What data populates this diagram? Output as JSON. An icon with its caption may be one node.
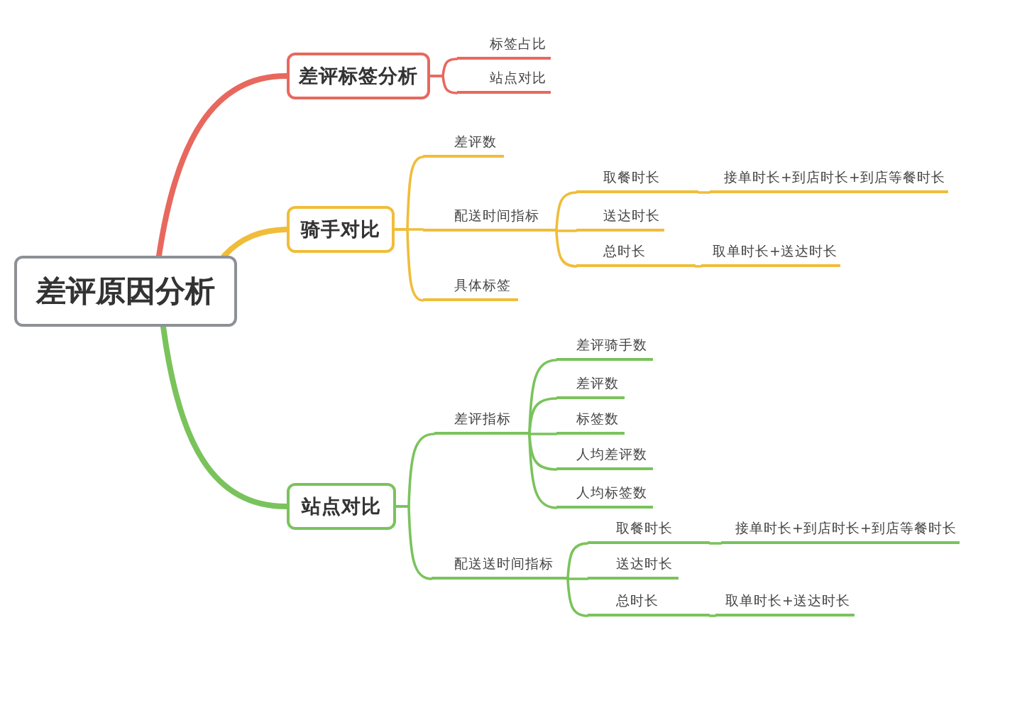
{
  "diagram": {
    "nodes": [
      {
        "text": [
          "差评原因分析"
        ]
      },
      {
        "text": [
          "差评标签分析"
        ]
      },
      {
        "text": [
          "标签占比"
        ]
      },
      {
        "text": [
          "站点对比"
        ]
      },
      {
        "text": [
          "骑手对比"
        ]
      },
      {
        "text": [
          "差评数"
        ]
      },
      {
        "text": [
          "配送时间指标"
        ]
      },
      {
        "text": [
          "取餐时长"
        ]
      },
      {
        "text": [
          "接单时长+到店时长+到店等餐时长"
        ]
      },
      {
        "text": [
          "送达时长"
        ]
      },
      {
        "text": [
          "总时长"
        ]
      },
      {
        "text": [
          "取单时长+送达时长"
        ]
      },
      {
        "text": [
          "具体标签"
        ]
      },
      {
        "text": [
          "站点对比"
        ]
      },
      {
        "text": [
          "差评指标"
        ]
      },
      {
        "text": [
          "差评骑手数"
        ]
      },
      {
        "text": [
          "差评数"
        ]
      },
      {
        "text": [
          "标签数"
        ]
      },
      {
        "text": [
          "人均差评数"
        ]
      },
      {
        "text": [
          "人均标签数"
        ]
      },
      {
        "text": [
          "配送送时间指标"
        ]
      },
      {
        "text": [
          "取餐时长"
        ]
      },
      {
        "text": [
          "接单时长+到店时长+到店等餐时长"
        ]
      },
      {
        "text": [
          "送达时长"
        ]
      },
      {
        "text": [
          "总时长"
        ]
      },
      {
        "text": [
          "取单时长+送达时长"
        ]
      }
    ],
    "edges": [
      {
        "from": 0,
        "to": 1,
        "arrow": "none",
        "style": "thick",
        "color": "#e8685e"
      },
      {
        "from": 1,
        "to": 2,
        "arrow": "none",
        "color": "#e8685e"
      },
      {
        "from": 1,
        "to": 3,
        "arrow": "none",
        "color": "#e8685e"
      },
      {
        "from": 0,
        "to": 4,
        "arrow": "none",
        "style": "thick",
        "color": "#f0bd3a"
      },
      {
        "from": 4,
        "to": 5,
        "arrow": "none",
        "color": "#f0bd3a"
      },
      {
        "from": 4,
        "to": 6,
        "arrow": "none",
        "color": "#f0bd3a"
      },
      {
        "from": 6,
        "to": 7,
        "arrow": "none",
        "color": "#f0bd3a"
      },
      {
        "from": 7,
        "to": 8,
        "arrow": "none",
        "color": "#f0bd3a"
      },
      {
        "from": 6,
        "to": 9,
        "arrow": "none",
        "color": "#f0bd3a"
      },
      {
        "from": 6,
        "to": 10,
        "arrow": "none",
        "color": "#f0bd3a"
      },
      {
        "from": 10,
        "to": 11,
        "arrow": "none",
        "color": "#f0bd3a"
      },
      {
        "from": 4,
        "to": 12,
        "arrow": "none",
        "color": "#f0bd3a"
      },
      {
        "from": 0,
        "to": 13,
        "arrow": "none",
        "style": "thick"
      },
      {
        "from": 13,
        "to": 14,
        "arrow": "none"
      },
      {
        "from": 14,
        "to": 15,
        "arrow": "none"
      },
      {
        "from": 14,
        "to": 16,
        "arrow": "none"
      },
      {
        "from": 14,
        "to": 17,
        "arrow": "none"
      },
      {
        "from": 14,
        "to": 18,
        "arrow": "none"
      },
      {
        "from": 14,
        "to": 19,
        "arrow": "none"
      },
      {
        "from": 13,
        "to": 20,
        "arrow": "none"
      },
      {
        "from": 20,
        "to": 21,
        "arrow": "none"
      },
      {
        "from": 21,
        "to": 22,
        "arrow": "none"
      },
      {
        "from": 20,
        "to": 23,
        "arrow": "none"
      },
      {
        "from": 20,
        "to": 24,
        "arrow": "none"
      },
      {
        "from": 24,
        "to": 25,
        "arrow": "none"
      }
    ]
  }
}
